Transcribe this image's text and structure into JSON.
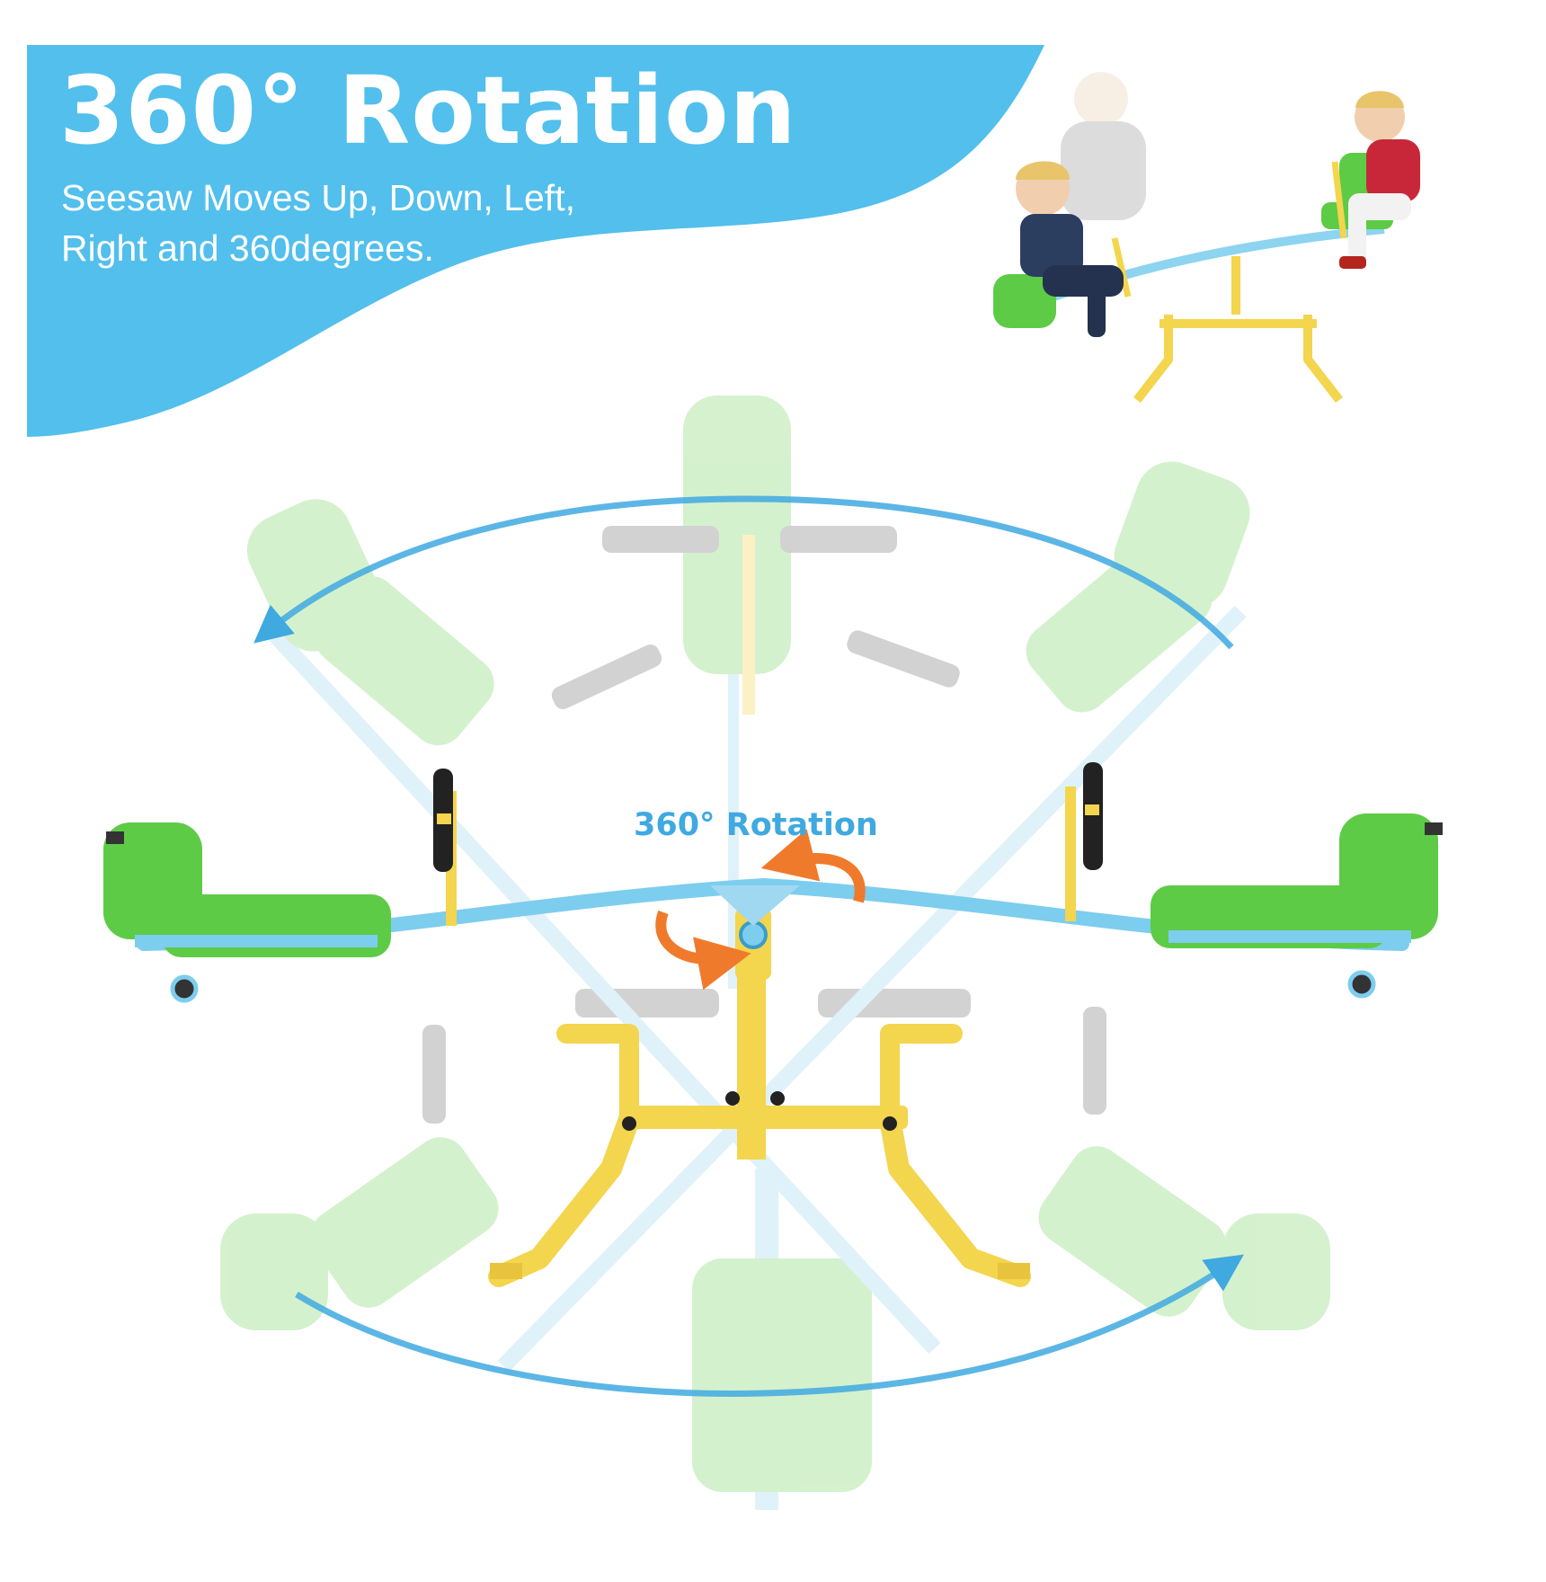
{
  "banner": {
    "title": "360° Rotation",
    "subtitle_line1": "Seesaw Moves Up, Down, Left,",
    "subtitle_line2": "Right and 360degrees."
  },
  "diagram": {
    "center_label": "360° Rotation"
  },
  "colors": {
    "banner_blue": "#52BFEC",
    "seat_green": "#5DCB46",
    "frame_blue": "#7DCDEE",
    "frame_yellow": "#F3D54E",
    "arrow_blue": "#3FA9E0",
    "arrow_orange": "#F07A2B",
    "handle_black": "#222222"
  }
}
